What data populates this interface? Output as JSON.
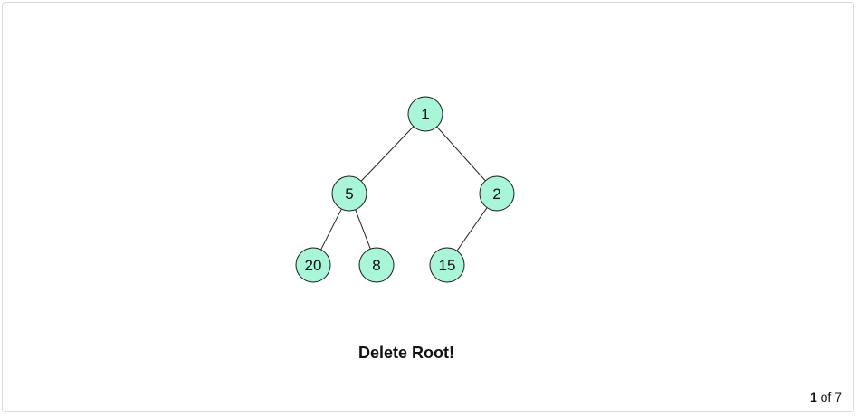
{
  "tree": {
    "nodes": [
      {
        "id": "n1",
        "label": "1"
      },
      {
        "id": "n5",
        "label": "5"
      },
      {
        "id": "n2",
        "label": "2"
      },
      {
        "id": "n20",
        "label": "20"
      },
      {
        "id": "n8",
        "label": "8"
      },
      {
        "id": "n15",
        "label": "15"
      }
    ],
    "edges": [
      [
        "n1",
        "n5"
      ],
      [
        "n1",
        "n2"
      ],
      [
        "n5",
        "n20"
      ],
      [
        "n5",
        "n8"
      ],
      [
        "n2",
        "n15"
      ]
    ],
    "node_color": "#a9f5d8"
  },
  "caption": "Delete Root!",
  "pager": {
    "current": "1",
    "separator": "of",
    "total": "7"
  }
}
